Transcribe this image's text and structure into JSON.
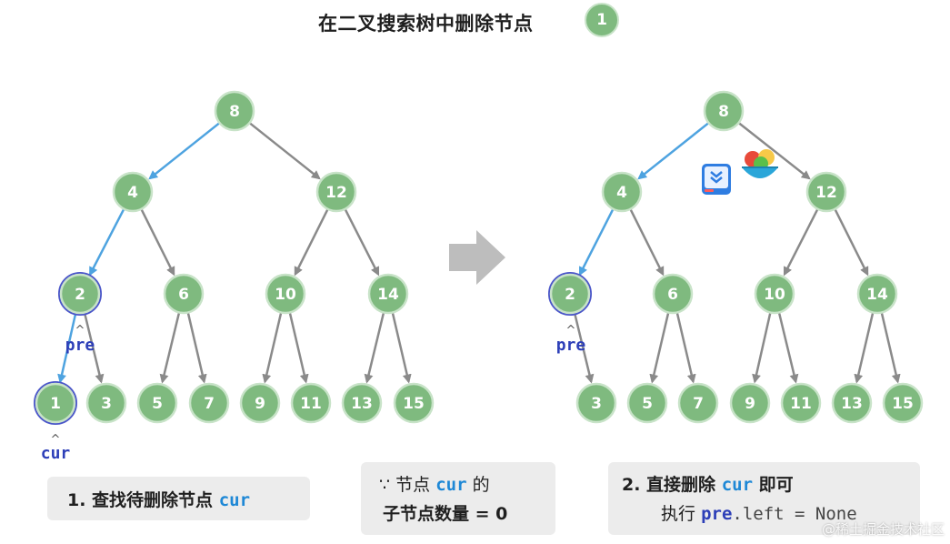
{
  "title": "在二叉搜索树中删除节点",
  "step_number": "1",
  "colors": {
    "node_fill": "#7fba7f",
    "node_ring": "#c8e3c8",
    "edge": "#8a8a8a",
    "path_edge": "#4ea3e0",
    "highlight_ring": "#4b56c9",
    "pointer_text": "#2d3fb8",
    "code_blue": "#1e88d6",
    "box_bg": "#ececec"
  },
  "left_tree": {
    "nodes": [
      "8",
      "4",
      "12",
      "2",
      "6",
      "10",
      "14",
      "1",
      "3",
      "5",
      "7",
      "9",
      "11",
      "13",
      "15"
    ],
    "cur_label": "cur",
    "pre_label": "pre"
  },
  "right_tree": {
    "nodes": [
      "8",
      "4",
      "12",
      "2",
      "6",
      "10",
      "14",
      "3",
      "5",
      "7",
      "9",
      "11",
      "13",
      "15"
    ],
    "pre_label": "pre"
  },
  "arrow_icon": "right-arrow-icon",
  "box1": {
    "prefix": "1. 查找待删除节点",
    "code": "cur"
  },
  "box2": {
    "line1_prefix": "∵ 节点",
    "line1_code": "cur",
    "line1_suffix": "的",
    "line2": "子节点数量 = 0"
  },
  "box3": {
    "line1_prefix": "2. 直接删除",
    "line1_code": "cur",
    "line1_suffix": "即可",
    "line2_prefix": "执行",
    "line2_code": "pre",
    "line2_suffix": ".left = None"
  },
  "watermark": "@稀土掘金技术社区",
  "decor_icons": [
    "book-icon",
    "salad-bowl-icon"
  ]
}
